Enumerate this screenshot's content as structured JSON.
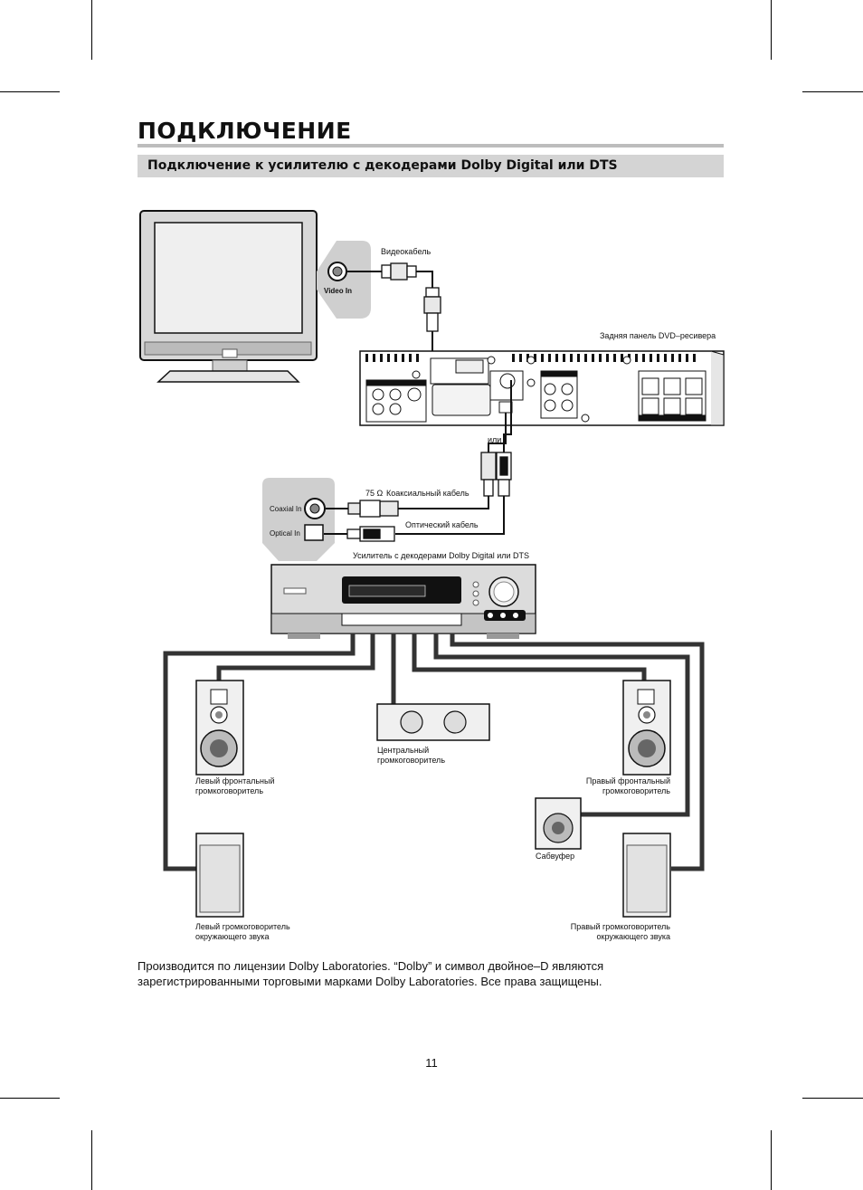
{
  "header": {
    "title": "ПОДКЛЮЧЕНИЕ",
    "section_title": "Подключение к усилителю с декодерами Dolby Digital или DTS"
  },
  "diagram": {
    "tv_port_label": "Video In",
    "video_cable_label": "Видеокабель",
    "dvd_back_panel_label": "Задняя панель DVD–ресивера",
    "or_label": "или",
    "ohm_label": "75 Ω",
    "coax_cable_label": "Коаксиальный кабель",
    "coaxial_in_label": "Coaxial In",
    "optical_in_label": "Optical In",
    "optical_cable_label": "Оптический кабель",
    "amplifier_label": "Усилитель с декодерами Dolby Digital или DTS",
    "speakers": {
      "front_left": "Левый фронтальный\nгромкоговоритель",
      "center": "Центральный\nгромкоговоритель",
      "front_right": "Правый фронтальный\nгромкоговоритель",
      "subwoofer": "Сабвуфер",
      "surround_left": "Левый громкоговоритель\nокружающего звука",
      "surround_right": "Правый громкоговоритель\nокружающего звука"
    }
  },
  "footnote": "Производится по лицензии Dolby Laboratories. “Dolby” и символ двойное–D являются зарегистрированными торговыми марками Dolby Laboratories. Все права защищены.",
  "page_number": "11"
}
